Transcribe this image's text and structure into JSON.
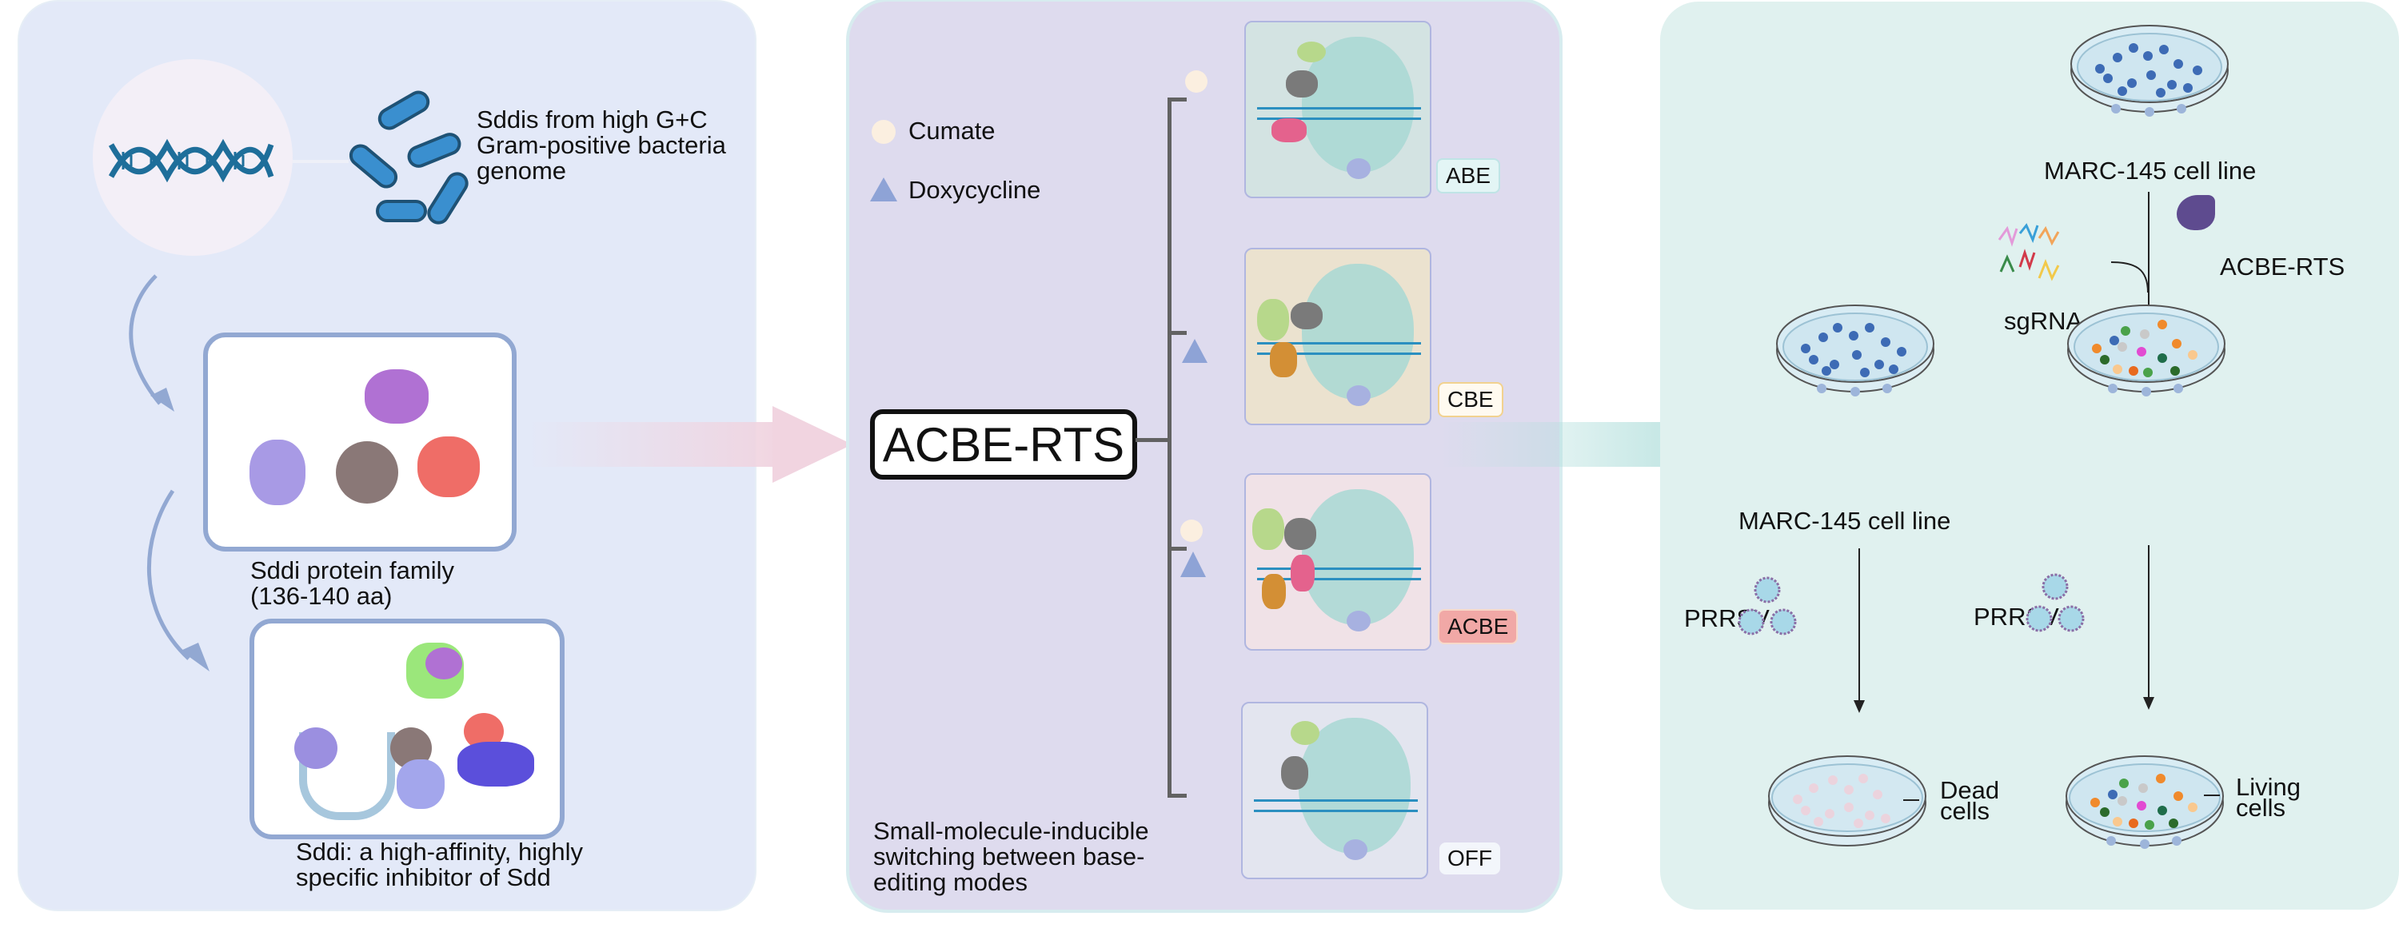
{
  "panel1": {
    "bacteria_caption": "Sddis from high G+C\nGram-positive bacteria\ngenome",
    "family_caption": "Sddi protein family\n(136-140 aa)",
    "inhibitor_caption": "Sddi: a high-affinity, highly\nspecific inhibitor of Sdd",
    "colors": {
      "dna": "#1e6e9a",
      "bacteria": "#3a8fcf",
      "card_border": "#92a8d2"
    }
  },
  "panel2": {
    "legend": [
      {
        "icon": "circle",
        "label": "Cumate",
        "color": "#fbefe0"
      },
      {
        "icon": "triangle",
        "label": "Doxycycline",
        "color": "#8ea3d6"
      }
    ],
    "system_name": "ACBE-RTS",
    "modes": [
      {
        "label": "ABE",
        "inducers": [
          "Cumate"
        ],
        "bg": "#d3e3e2",
        "label_bg": "#e3f5f5",
        "label_border": "#bfe4e6"
      },
      {
        "label": "CBE",
        "inducers": [
          "Doxycycline"
        ],
        "bg": "#ebe2cf",
        "label_bg": "#fffaf0",
        "label_border": "#f2d28f"
      },
      {
        "label": "ACBE",
        "inducers": [
          "Cumate",
          "Doxycycline"
        ],
        "bg": "#f0e2e7",
        "label_bg": "#f1a8a6",
        "label_border": "#f7d9c9"
      },
      {
        "label": "OFF",
        "inducers": [],
        "bg": "#e3e5ef",
        "label_bg": "#f3f6fb",
        "label_border": "#ebeff7"
      }
    ],
    "caption": "Small-molecule-inducible\nswitching between base-\nediting modes"
  },
  "panel3": {
    "top_dish_label": "MARC-145 cell line",
    "sgrna_label": "sgRNA",
    "editor_label": "ACBE-RTS",
    "left_dish_label": "MARC-145 cell line",
    "virus_label_left": "PRRSV",
    "virus_label_right": "PRRSV",
    "dead_label": "Dead\ncells",
    "living_label": "Living\ncells",
    "colors": {
      "cell": "#3d6bb5",
      "editor": "#5e4b8f"
    }
  }
}
